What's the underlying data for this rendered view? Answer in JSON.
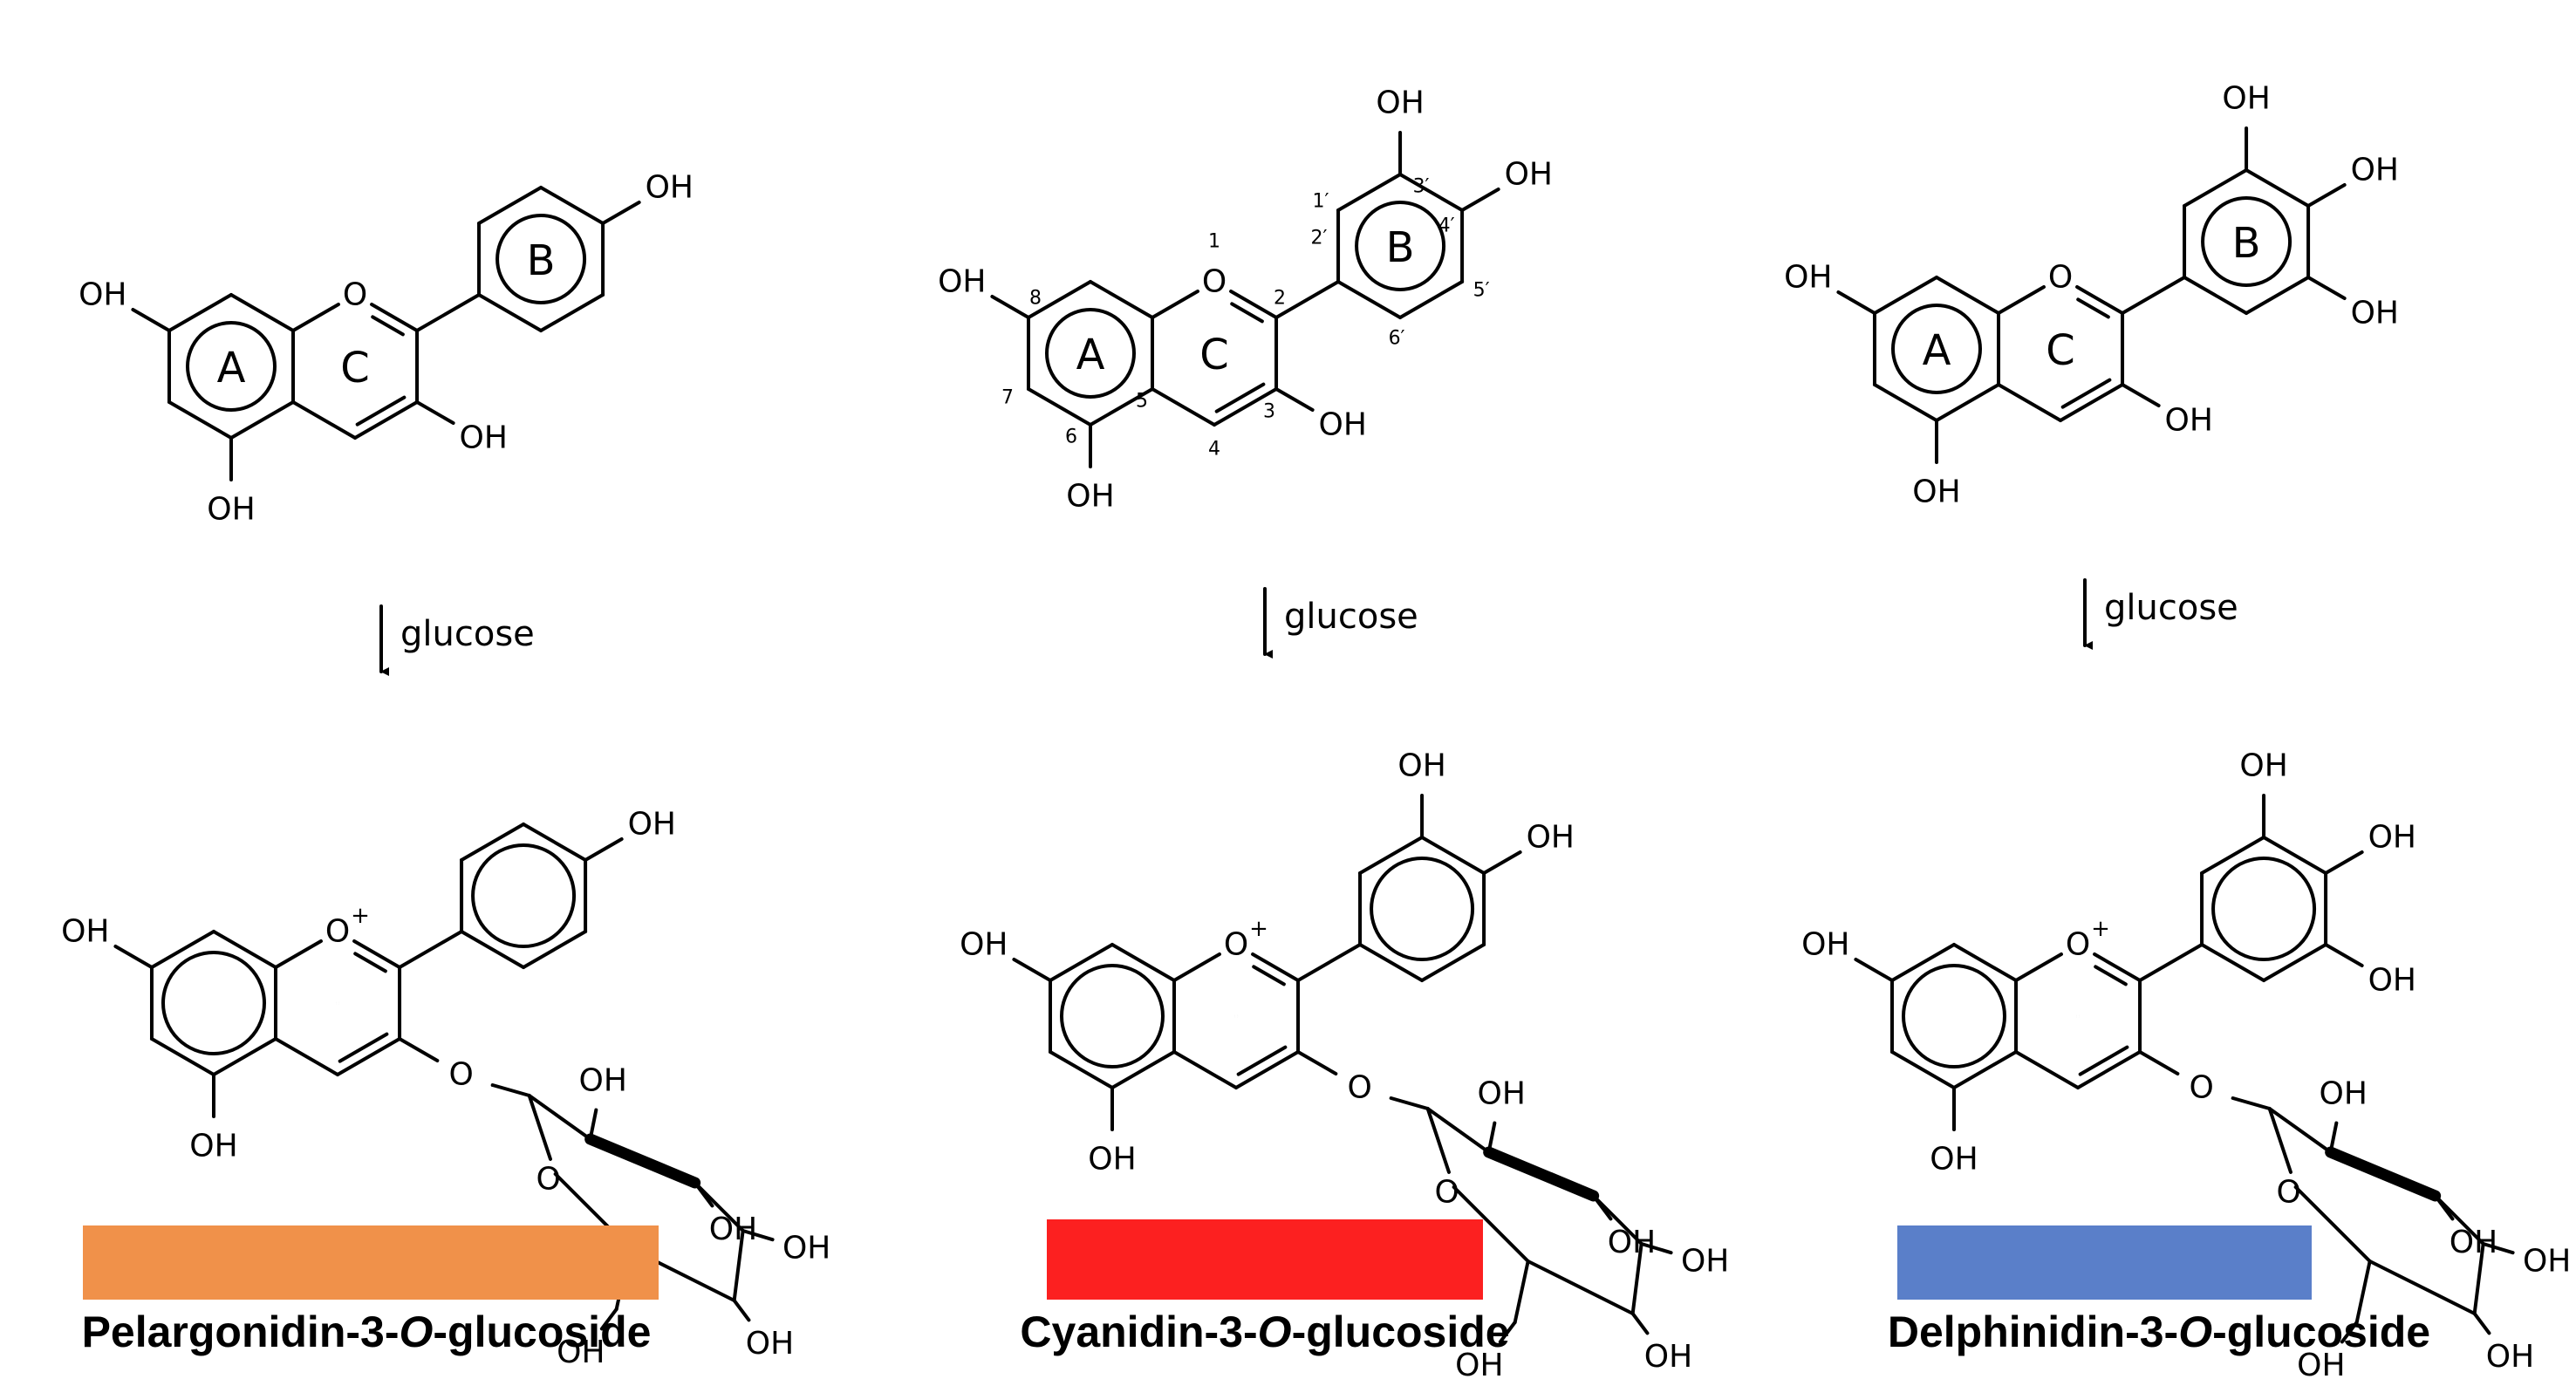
{
  "atoms": {
    "hydroxyl": "OH",
    "oxygen": "O",
    "charge": "+"
  },
  "ring_labels": {
    "a": "A",
    "b": "B",
    "c": "C"
  },
  "numbering": {
    "n1": "1",
    "n2": "2",
    "n3": "3",
    "n4": "4",
    "n5": "5",
    "n6": "6",
    "n7": "7",
    "n8": "8",
    "n1p": "1′",
    "n2p": "2′",
    "n3p": "3′",
    "n4p": "4′",
    "n5p": "5′",
    "n6p": "6′"
  },
  "reaction_label": "glucose",
  "products": [
    {
      "name_before": "Pelargonidin-3-",
      "name_italic": "O",
      "name_after": "-glucoside",
      "color": "#F0914A"
    },
    {
      "name_before": "Cyanidin-3-",
      "name_italic": "O",
      "name_after": "-glucoside",
      "color": "#FC2020"
    },
    {
      "name_before": "Delphinidin-3-",
      "name_italic": "O",
      "name_after": "-glucoside",
      "color": "#5A7FC9"
    }
  ]
}
